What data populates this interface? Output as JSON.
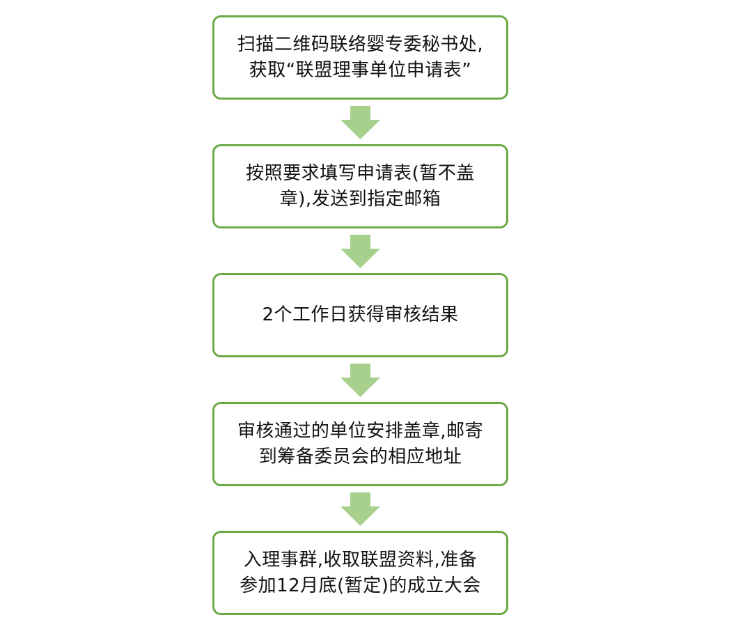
{
  "flowchart": {
    "steps": [
      {
        "lines": [
          "扫描二维码联络婴专委秘书处,",
          "获取“联盟理事单位申请表”"
        ]
      },
      {
        "lines": [
          "按照要求填写申请表(暂不盖",
          "章),发送到指定邮箱"
        ]
      },
      {
        "lines": [
          "2个工作日获得审核结果"
        ]
      },
      {
        "lines": [
          "审核通过的单位安排盖章,邮寄",
          "到筹备委员会的相应地址"
        ]
      },
      {
        "lines": [
          "入理事群,收取联盟资料,准备",
          "参加12月底(暂定)的成立大会"
        ]
      }
    ]
  },
  "colors": {
    "box_border": "#6aaa45",
    "arrow_fill": "#a8d08d"
  }
}
